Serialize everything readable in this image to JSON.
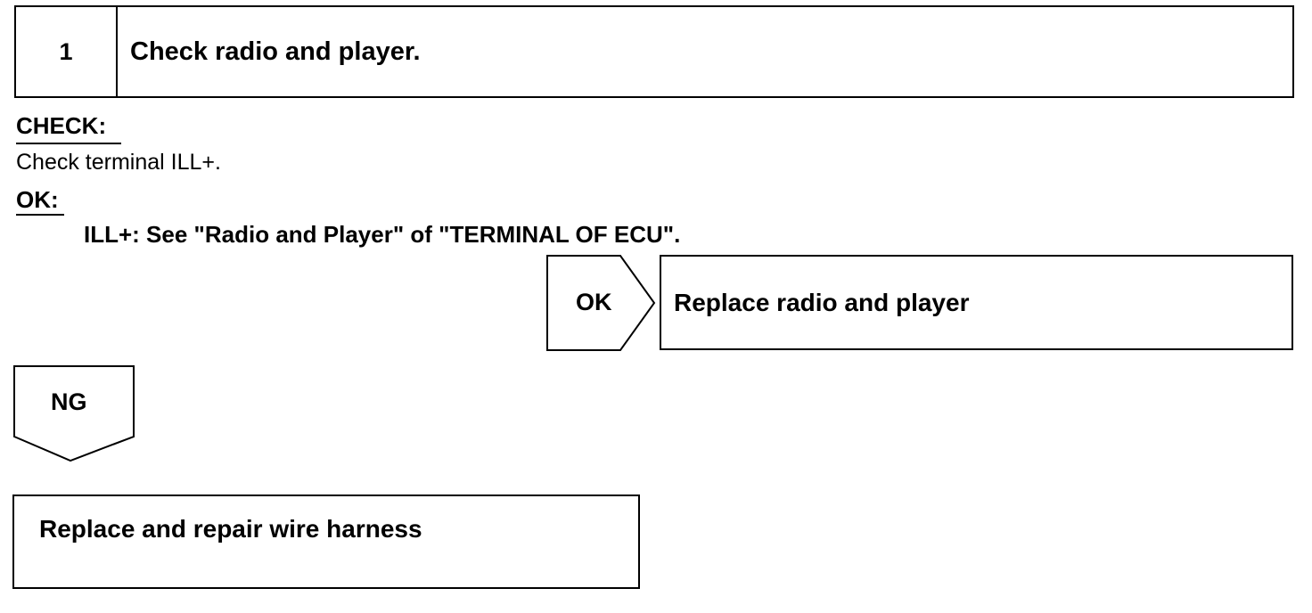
{
  "step": {
    "number": "1",
    "title": "Check radio and player."
  },
  "check": {
    "label": "CHECK:",
    "text": "Check terminal ILL+."
  },
  "ok_spec": {
    "label": "OK:",
    "text": "ILL+: See \"Radio and Player\" of \"TERMINAL OF ECU\"."
  },
  "branches": {
    "ok_label": "OK",
    "ok_action": "Replace radio and player",
    "ng_label": "NG",
    "ng_action": "Replace and repair wire harness"
  }
}
